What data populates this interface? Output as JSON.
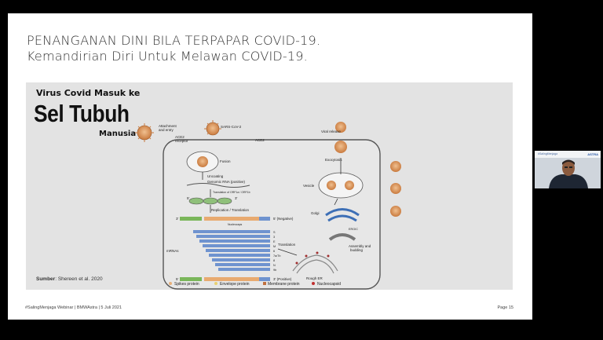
{
  "slide": {
    "title_line1": "PENANGANAN DINI BILA TERPAPAR COVID-19.",
    "title_line2": "Kemandirian Diri Untuk Melawan COVID-19.",
    "heading_virus": "Virus Covid Masuk ke",
    "heading_sel": "Sel Tubuh",
    "heading_manusia": "Manusia",
    "source_label": "Sumber",
    "source_text": ": Shereen et al. 2020",
    "footer_left": "#SalingMenjaga Webinar | BMWAstra | 5 Juli 2021",
    "footer_right": "Page 15"
  },
  "diagram": {
    "attachment": "Attachment",
    "and_entry": "and entry",
    "sars": "SARS-CoV-2",
    "ace2_receptor_1": "ACE2",
    "ace2_receptor_2": "receptor",
    "ace2": "ACE2",
    "fusion": "Fusion",
    "uncoating": "Uncoating",
    "genomic_rna": "Genomic RNA (positive)",
    "translation_orf": "Translation of ORF1a / ORF1b",
    "five_prime": "5'",
    "three_prime": "3'",
    "replication": "Replication / Translation",
    "negative": "5' (Negative)",
    "positive": "3' (Positive)",
    "nucleocapsid_short": "Nucleocaps",
    "mrnas": "mRNAs",
    "translation": "Translation",
    "gene_labels": [
      "S",
      "3",
      "E",
      "M",
      "6",
      "7a/7b",
      "8",
      "N",
      "9b"
    ],
    "viral_release": "Viral release",
    "exocytosis": "Exocytosis",
    "vesicle": "Vesicle",
    "golgi": "Golgi",
    "ergic": "ERGIC",
    "assembly": "Assembly and",
    "budding": "budding",
    "rough_er": "Rough ER",
    "legend": [
      "Spikes protein",
      "Envelope protein",
      "Membrane protein",
      "Nucleocapsid"
    ]
  },
  "camera": {
    "brand": "ASTRA",
    "logo_text": "#SalingMenjaga"
  },
  "colors": {
    "virus": "#d9955a",
    "spike": "#e8b07a",
    "cell_border": "#555555",
    "golgi": "#3d6fb6",
    "bar_green": "#7ab65a",
    "bar_orange": "#e8aa70",
    "bar_blue": "#6f93cf"
  }
}
